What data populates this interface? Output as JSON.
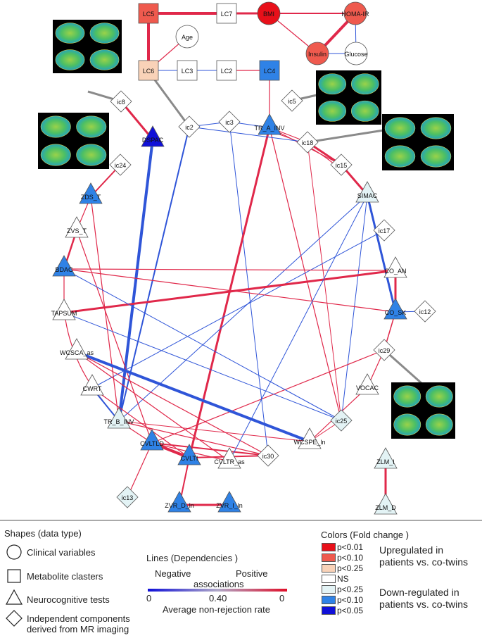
{
  "colors": {
    "p001_up": "#e8101a",
    "p010_up": "#ef5a4e",
    "p025_up": "#f9d2b8",
    "ns": "#ffffff",
    "p025_down": "#e3f3f5",
    "p010_down": "#2f82e6",
    "p005_down": "#1010d8",
    "edge_pos": "#e0284a",
    "edge_neg": "#2f55d8",
    "edge_gray": "#8a8a8a"
  },
  "nodes": {
    "LC5": "LC5",
    "LC7": "LC7",
    "BMI": "BMI",
    "HOMA": "HOMA-IR",
    "Age": "Age",
    "Insulin": "Insulin",
    "Glucose": "Glucose",
    "LC6": "LC6",
    "LC3": "LC3",
    "LC2": "LC2",
    "LC4": "LC4",
    "ic8": "ic8",
    "ic5": "ic5",
    "ic2": "ic2",
    "ic3": "ic3",
    "TRA": "TR_A_INV",
    "ic18": "ic18",
    "DSPAC": "DSPAC",
    "ic24": "ic24",
    "ic15": "ic15",
    "SIMAC": "SIMAC",
    "ZDS": "ZDS_T",
    "ZVS": "ZVS_T",
    "ic17": "ic17",
    "BDAC": "BDAC",
    "COAN": "CO_AN",
    "TAPSUM": "TAPSUM",
    "COSK": "CO_SK",
    "ic12": "ic12",
    "WCSCA": "WCSCA_as",
    "ic29": "ic29",
    "VOCAC": "VOCAC",
    "CWRT": "CWRT",
    "TRB": "TR_B_INV",
    "ic25": "ic25",
    "CVLTLD": "CVLTLD",
    "WCSPE": "WCSPE_ln",
    "CVLTI": "CVLTI",
    "CVLTR": "CVLTR_as",
    "ic30": "ic30",
    "ZLMI": "ZLM_I",
    "ic13": "ic13",
    "ZLMD": "ZLM_D",
    "ZVRD": "ZVR_D_ln",
    "ZVRI": "ZVR_I_ln"
  },
  "legend": {
    "shapes_title": "Shapes (data type)",
    "clinical": "Clinical variables",
    "metabolite": "Metabolite clasters",
    "neuro": "Neurocognitive tests",
    "ic_line1": "Independent components",
    "ic_line2": "derived from MR imaging",
    "lines_title": "Lines (Dependencies )",
    "negative": "Negative",
    "positive": "Positive",
    "associations": "associations",
    "tick_left": "0",
    "tick_mid": "0.40",
    "tick_right": "0",
    "avg_label": "Average non-rejection rate",
    "colors_title": "Colors (Fold change )",
    "c1": "p<0.01",
    "c2": "p<0.10",
    "c3": "p<0.25",
    "c4": "NS",
    "c5": "p<0.25",
    "c6": "p<0.10",
    "c7": "p<0.05",
    "up_line1": "Upregulated in",
    "up_line2": "patients vs. co-twins",
    "down_line1": "Down-regulated in",
    "down_line2": "patients vs. co-twins"
  }
}
